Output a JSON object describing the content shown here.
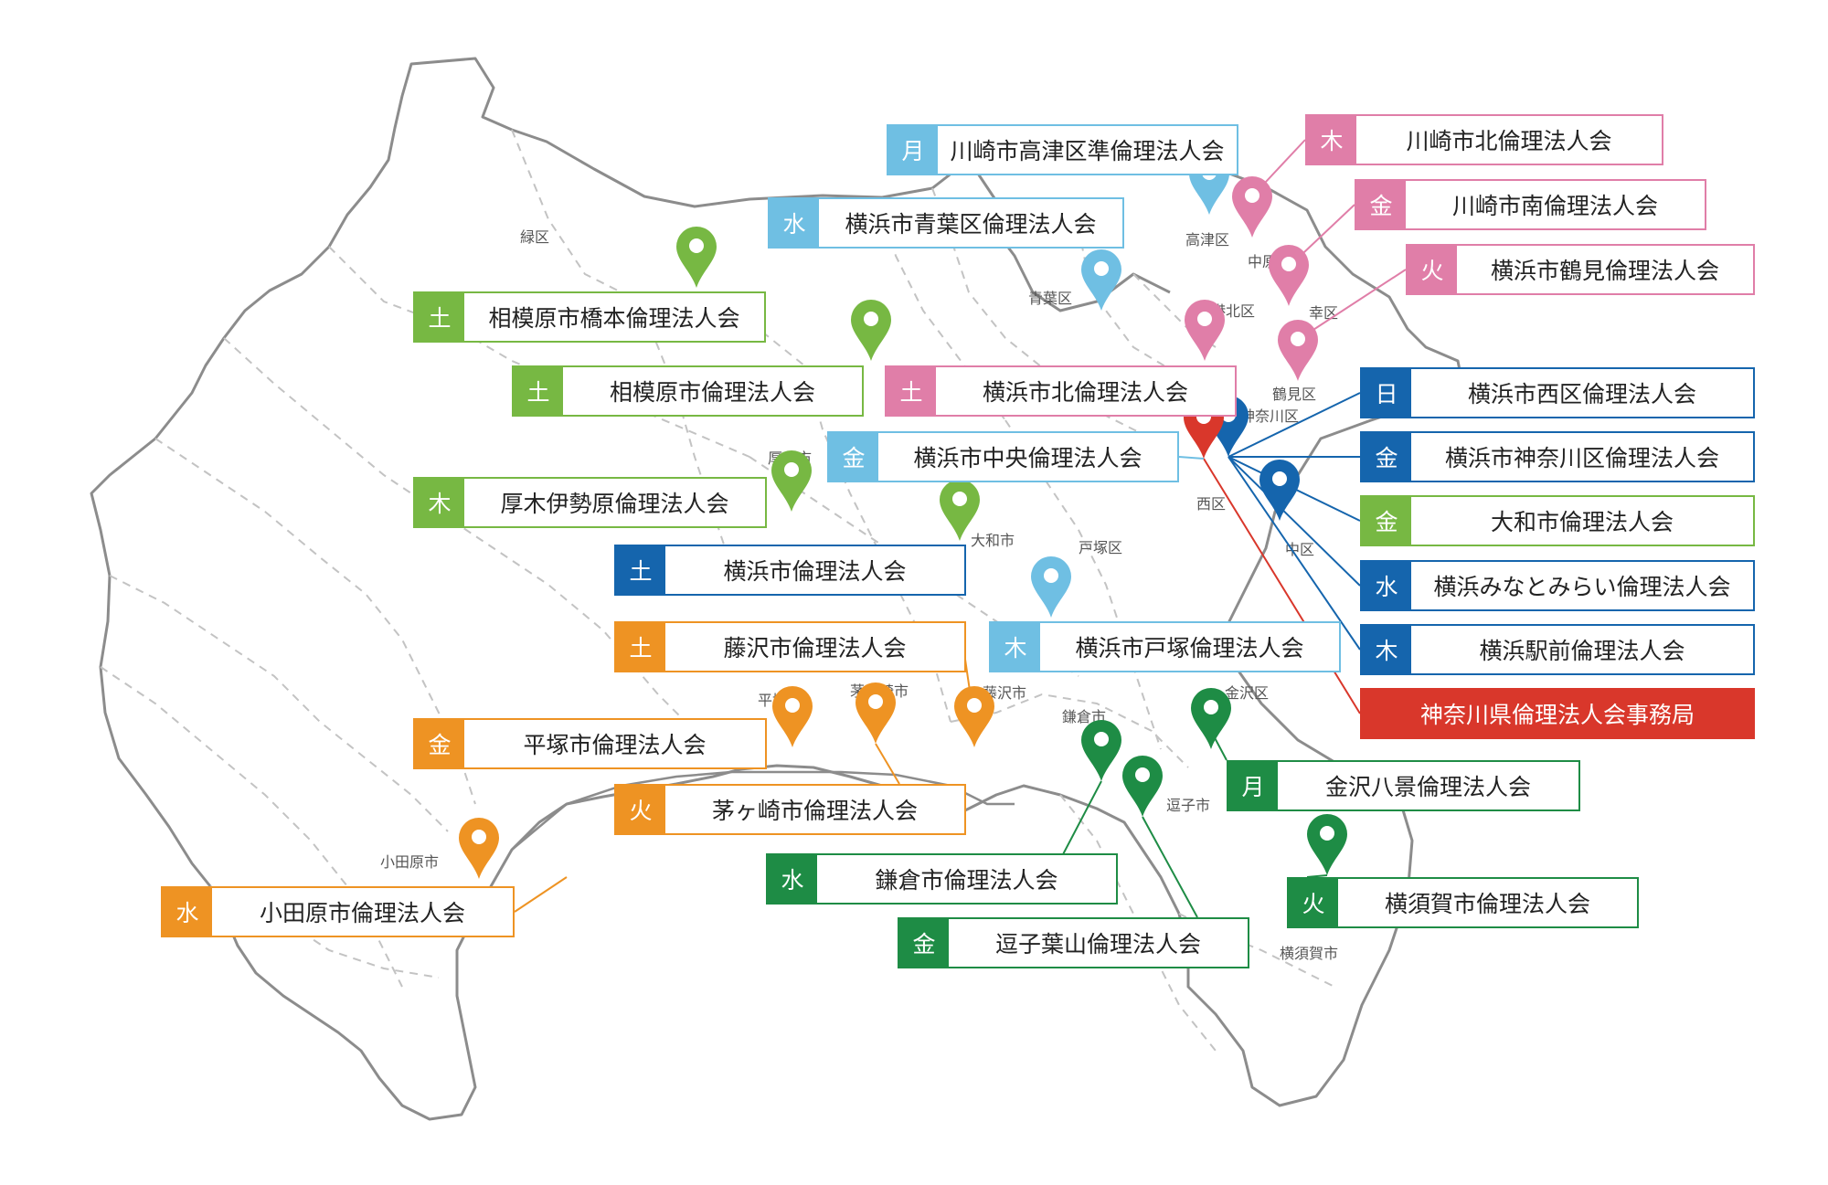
{
  "colors": {
    "light_blue": "#6fbfe3",
    "pink": "#e07ea8",
    "green_light": "#77b843",
    "orange": "#ee9323",
    "dark_blue": "#1565ad",
    "green_dark": "#1e8c45",
    "red": "#d9372b"
  },
  "place_labels": {
    "midori": "緑区",
    "takatsu": "高津区",
    "nakahara": "中原区",
    "aoba": "青葉区",
    "kohoku": "港北区",
    "saiwai": "幸区",
    "tsurumi": "鶴見区",
    "kanagawa": "神奈川区",
    "atsugi": "厚木市",
    "nishi": "西区",
    "yamato": "大和市",
    "naka": "中区",
    "totsuka": "戸塚区",
    "hiratsuka": "平塚市",
    "chigasaki": "茅ヶ崎市",
    "fujisawa": "藤沢市",
    "kamakura": "鎌倉市",
    "kanazawa": "金沢区",
    "zushi": "逗子市",
    "odawara": "小田原市",
    "yokosuka": "横須賀市"
  },
  "labels": [
    {
      "day": "月",
      "name": "川崎市高津区準倫理法人会",
      "color": "light_blue"
    },
    {
      "day": "木",
      "name": "川崎市北倫理法人会",
      "color": "pink"
    },
    {
      "day": "金",
      "name": "川崎市南倫理法人会",
      "color": "pink"
    },
    {
      "day": "水",
      "name": "横浜市青葉区倫理法人会",
      "color": "light_blue"
    },
    {
      "day": "火",
      "name": "横浜市鶴見倫理法人会",
      "color": "pink"
    },
    {
      "day": "土",
      "name": "相模原市橋本倫理法人会",
      "color": "green_light"
    },
    {
      "day": "土",
      "name": "相模原市倫理法人会",
      "color": "green_light"
    },
    {
      "day": "土",
      "name": "横浜市北倫理法人会",
      "color": "pink"
    },
    {
      "day": "日",
      "name": "横浜市西区倫理法人会",
      "color": "dark_blue"
    },
    {
      "day": "金",
      "name": "横浜市中央倫理法人会",
      "color": "light_blue"
    },
    {
      "day": "金",
      "name": "横浜市神奈川区倫理法人会",
      "color": "dark_blue"
    },
    {
      "day": "木",
      "name": "厚木伊勢原倫理法人会",
      "color": "green_light"
    },
    {
      "day": "土",
      "name": "横浜市倫理法人会",
      "color": "dark_blue"
    },
    {
      "day": "金",
      "name": "大和市倫理法人会",
      "color": "green_light"
    },
    {
      "day": "水",
      "name": "横浜みなとみらい倫理法人会",
      "color": "dark_blue"
    },
    {
      "day": "土",
      "name": "藤沢市倫理法人会",
      "color": "orange"
    },
    {
      "day": "木",
      "name": "横浜市戸塚倫理法人会",
      "color": "light_blue"
    },
    {
      "day": "木",
      "name": "横浜駅前倫理法人会",
      "color": "dark_blue"
    },
    {
      "day": "",
      "name": "神奈川県倫理法人会事務局",
      "color": "red"
    },
    {
      "day": "金",
      "name": "平塚市倫理法人会",
      "color": "orange"
    },
    {
      "day": "月",
      "name": "金沢八景倫理法人会",
      "color": "green_dark"
    },
    {
      "day": "火",
      "name": "茅ヶ崎市倫理法人会",
      "color": "orange"
    },
    {
      "day": "水",
      "name": "鎌倉市倫理法人会",
      "color": "green_dark"
    },
    {
      "day": "火",
      "name": "横須賀市倫理法人会",
      "color": "green_dark"
    },
    {
      "day": "水",
      "name": "小田原市倫理法人会",
      "color": "orange"
    },
    {
      "day": "金",
      "name": "逗子葉山倫理法人会",
      "color": "green_dark"
    }
  ]
}
